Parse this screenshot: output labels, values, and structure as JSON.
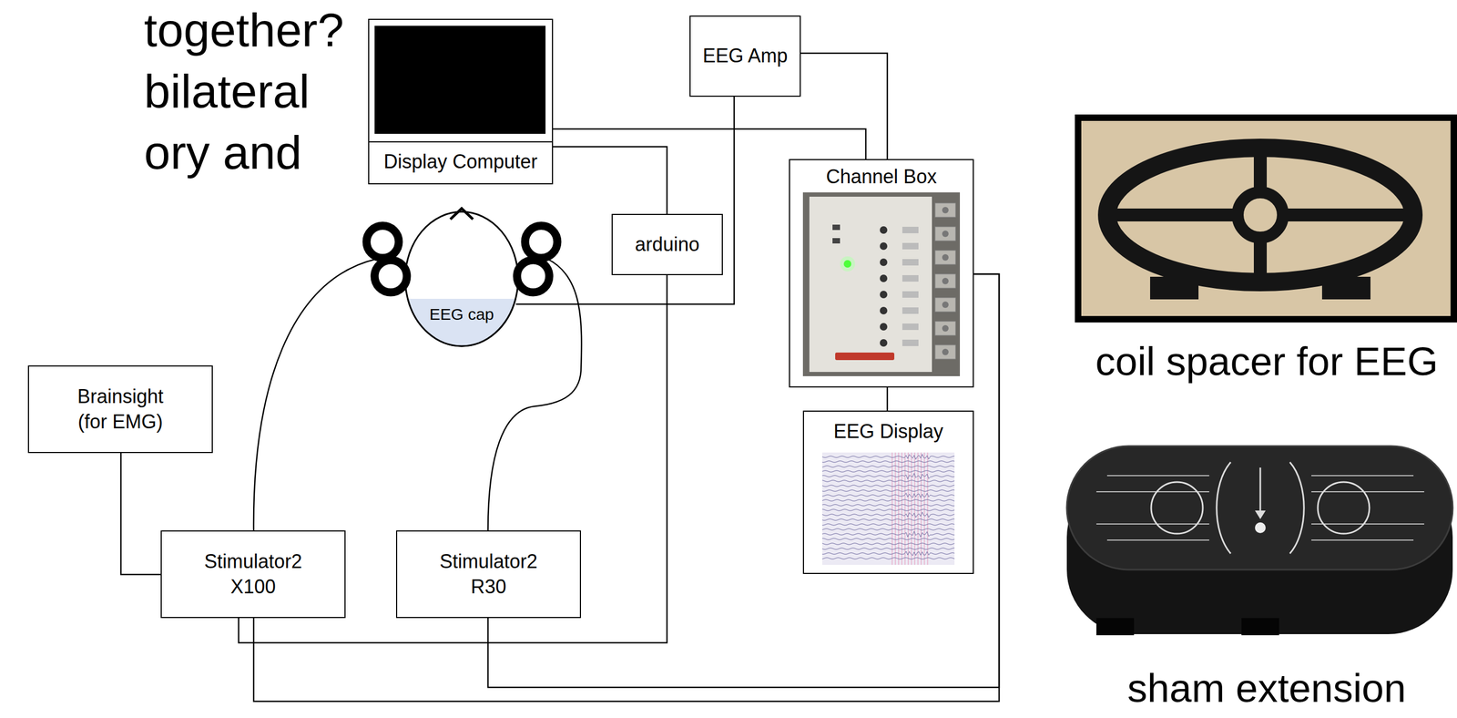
{
  "diagram": {
    "nodes": [
      {
        "text": [
          "Display Computer"
        ]
      },
      {
        "text": [
          "+"
        ],
        "in": 0
      },
      {
        "text": [
          "EEG Amp"
        ]
      },
      {
        "text": [
          "EEG cap"
        ]
      },
      {
        "text": [
          "arduino"
        ]
      },
      {
        "text": [
          "Channel Box"
        ]
      },
      {
        "text": [
          "EEG Display"
        ]
      },
      {
        "text": [
          "Brainsight (for EMG)"
        ]
      },
      {
        "text": [
          "Stimulator2 X100"
        ]
      },
      {
        "text": [
          "Stimulator2 R30"
        ]
      }
    ],
    "edges": [
      {
        "from": 0,
        "to": 4,
        "arrow": "none"
      },
      {
        "from": 0,
        "to": 5,
        "arrow": "none"
      },
      {
        "from": 2,
        "to": 5,
        "arrow": "none"
      },
      {
        "from": 3,
        "to": 2,
        "arrow": "none"
      },
      {
        "from": 4,
        "to": 8,
        "arrow": "none"
      },
      {
        "from": 5,
        "to": 6,
        "arrow": "none"
      },
      {
        "from": 5,
        "to": 8,
        "arrow": "none"
      },
      {
        "from": 5,
        "to": 9,
        "arrow": "none"
      },
      {
        "from": 7,
        "to": 8,
        "arrow": "none"
      }
    ],
    "labels": [
      "together?",
      "bilateral",
      "ory and",
      "coil spacer for EEG",
      "sham extension"
    ]
  }
}
